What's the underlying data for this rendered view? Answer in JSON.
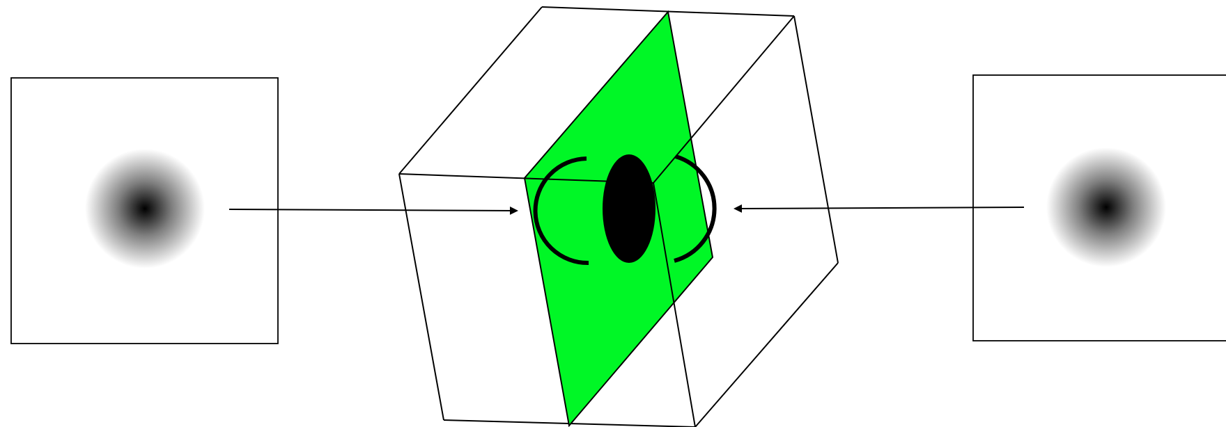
{
  "diagram": {
    "colors": {
      "background": "#ffffff",
      "stroke": "#000000",
      "plane_fill": "#00f726",
      "ellipse_fill": "#000000",
      "gradient_center": "#000000",
      "gradient_mid": "#7f7f7f",
      "gradient_edge": "#ffffff"
    },
    "panels": [
      {
        "id": "left-panel",
        "content": "radial-blur-spot"
      },
      {
        "id": "right-panel",
        "content": "radial-blur-spot"
      }
    ],
    "center": {
      "object": "wireframe-cube",
      "slice": "green-diagonal-plane",
      "marker": "black-ellipse",
      "brackets": [
        "left-open-bracket",
        "right-closing-bracket"
      ]
    },
    "arrows": [
      {
        "from": "left-panel",
        "to": "center",
        "direction": "right"
      },
      {
        "from": "right-panel",
        "to": "center",
        "direction": "left"
      }
    ]
  }
}
